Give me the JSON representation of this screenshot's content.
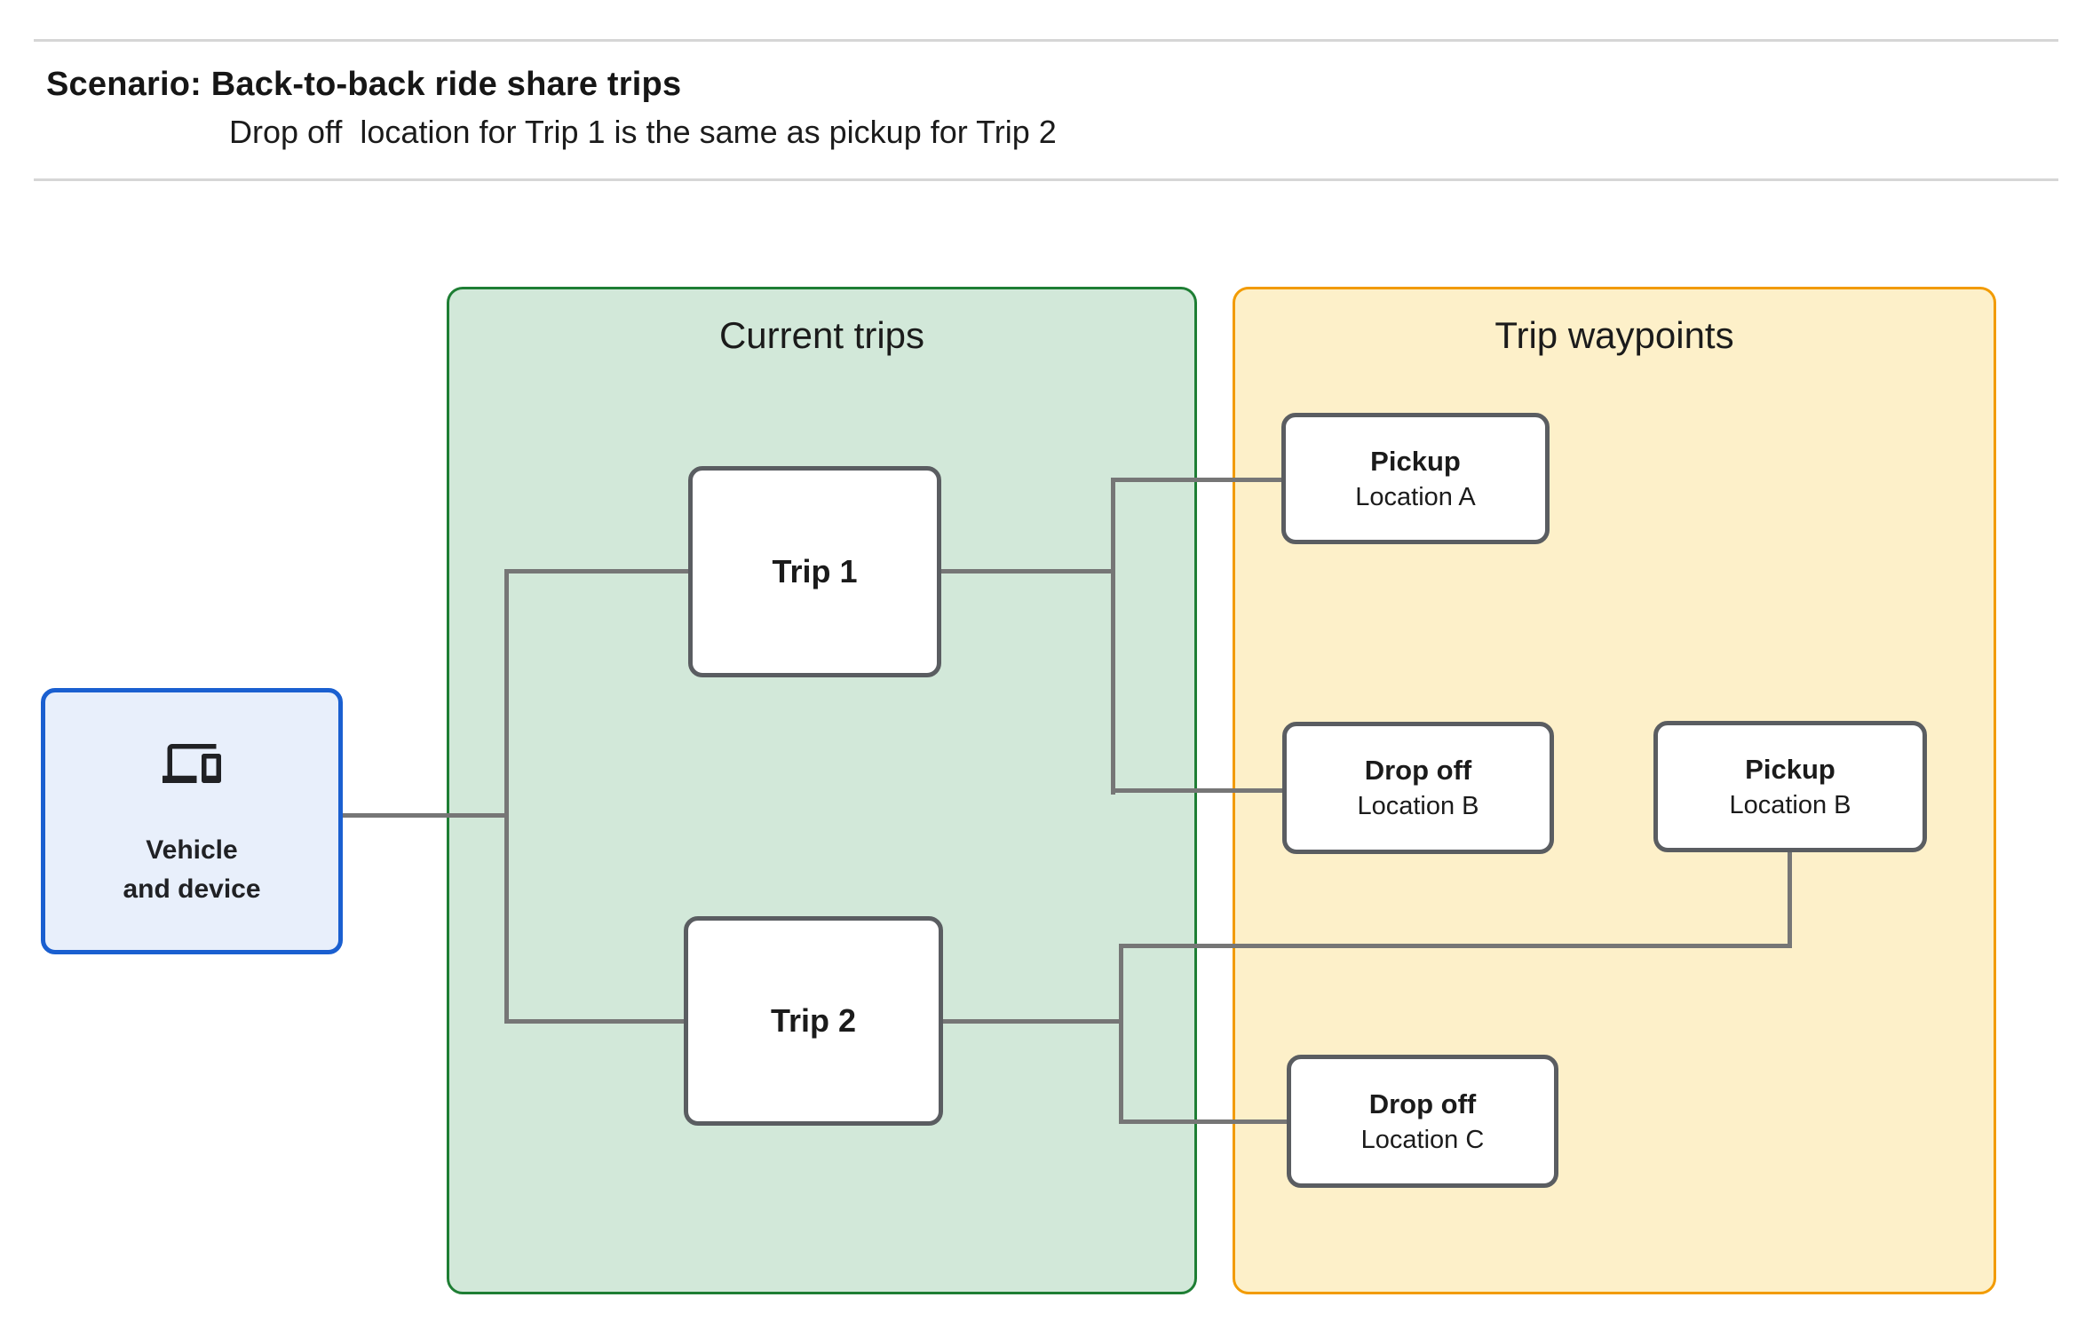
{
  "header": {
    "title": "Scenario: Back-to-back ride share trips",
    "subtitle": "Drop off  location for Trip 1 is the same as pickup for Trip 2"
  },
  "diagram": {
    "vehicle": {
      "icon": "devices-icon",
      "line1": "Vehicle",
      "line2": "and device"
    },
    "groups": [
      {
        "id": "current-trips",
        "title": "Current trips",
        "fill": "#d2e8d9",
        "border": "#1e7e34"
      },
      {
        "id": "trip-waypoints",
        "title": "Trip waypoints",
        "fill": "#fdf0c9",
        "border": "#f29b00"
      }
    ],
    "trips": [
      {
        "label": "Trip 1"
      },
      {
        "label": "Trip 2"
      }
    ],
    "waypoints": [
      {
        "type": "Pickup",
        "location": "Location A"
      },
      {
        "type": "Drop off",
        "location": "Location B"
      },
      {
        "type": "Pickup",
        "location": "Location B"
      },
      {
        "type": "Drop off",
        "location": "Location C"
      }
    ],
    "colors": {
      "connector": "#767676",
      "node_border": "#5a5d61",
      "vehicle_fill": "#e8effb",
      "vehicle_border": "#1a5fd0"
    }
  }
}
